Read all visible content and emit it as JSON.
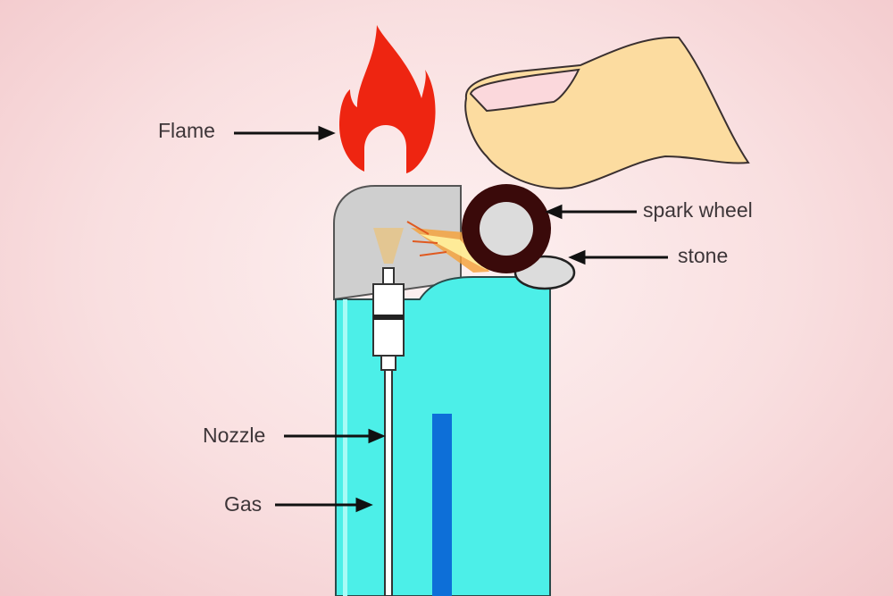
{
  "diagram": {
    "subject": "lighter",
    "labels": {
      "flame": "Flame",
      "spark_wheel": "spark wheel",
      "stone": "stone",
      "nozzle": "Nozzle",
      "gas": "Gas"
    },
    "colors": {
      "flame": "#ee2511",
      "body": "#4cefe8",
      "fuel_tube": "#0d6fd8",
      "hood": "#cfcfcf",
      "spark_wheel": "#3a0a0a",
      "stone": "#dcdcdc",
      "finger": "#fcdca0",
      "nail": "#fbd8dc"
    }
  }
}
